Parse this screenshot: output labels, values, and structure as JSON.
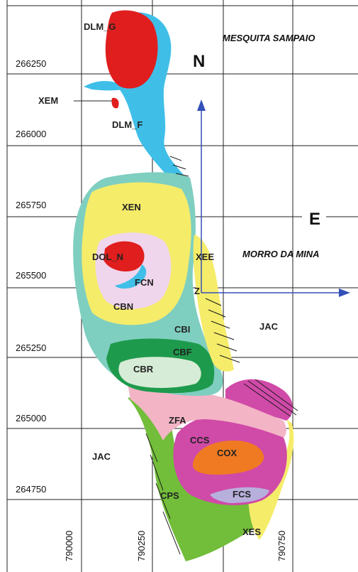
{
  "map": {
    "grid": {
      "northings": [
        "266250",
        "266000",
        "265750",
        "265500",
        "265250",
        "265000",
        "264750"
      ],
      "eastings": [
        "790000",
        "790250",
        "790750"
      ]
    },
    "compass": {
      "north": "N",
      "east": "E"
    },
    "places": {
      "top_right": "MESQUITA SAMPAIO",
      "mid_right": "MORRO DA MINA"
    },
    "units": {
      "dlm_g": "DLM_G",
      "xem": "XEM",
      "dlm_f": "DLM_F",
      "xen": "XEN",
      "dol_n": "DOL_N",
      "fcn": "FCN",
      "cbn": "CBN",
      "xee": "XEE",
      "z": "Z",
      "cbi": "CBI",
      "cbf": "CBF",
      "cbr": "CBR",
      "jac_east": "JAC",
      "zfa": "ZFA",
      "ccs": "CCS",
      "cox": "COX",
      "jac_west": "JAC",
      "cps": "CPS",
      "fcs": "FCS",
      "xes": "XES"
    },
    "colors": {
      "dlm_g": "#e01e1e",
      "dlm_f": "#3fbfe8",
      "xen": "#f5ec6a",
      "cbn": "#efd6ec",
      "cbi": "#7fcfc0",
      "cbf": "#1e9a4c",
      "cbr": "#d6ecd6",
      "zfa": "#f3b4c6",
      "ccs": "#d04aa8",
      "cox": "#f07a22",
      "cps": "#72bd3a",
      "xes": "#f5ec6a",
      "arrow": "#3350b8"
    }
  }
}
